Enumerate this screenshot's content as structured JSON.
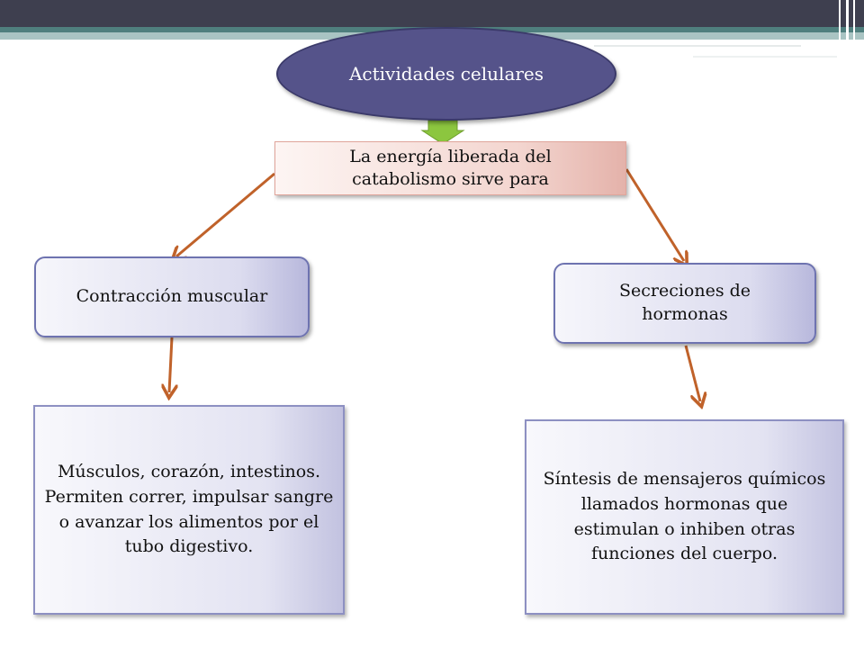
{
  "diagram": {
    "title_node": "Actividades celulares",
    "energy_node": "La energía liberada del catabolismo sirve para",
    "left_branch": {
      "label": "Contracción muscular",
      "description": "Músculos, corazón, intestinos. Permiten correr, impulsar sangre o avanzar los alimentos por el tubo digestivo."
    },
    "right_branch": {
      "label": "Secreciones de hormonas",
      "description": "Síntesis de mensajeros químicos llamados hormonas que estimulan o inhiben otras funciones del cuerpo."
    }
  },
  "colors": {
    "header_bar": "#3e3f4f",
    "accent_teal": "#4f7f7e",
    "ellipse_fill": "#55538a",
    "down_arrow": "#8cc63f",
    "connector": "#c0622a"
  },
  "connections": [
    [
      "Actividades celulares",
      "La energía liberada del catabolismo sirve para"
    ],
    [
      "La energía liberada del catabolismo sirve para",
      "Contracción muscular"
    ],
    [
      "La energía liberada del catabolismo sirve para",
      "Secreciones de hormonas"
    ],
    [
      "Contracción muscular",
      "Músculos, corazón, intestinos. Permiten correr, impulsar sangre o avanzar los alimentos por el tubo digestivo."
    ],
    [
      "Secreciones de hormonas",
      "Síntesis de mensajeros químicos llamados hormonas que estimulan o inhiben otras funciones del cuerpo."
    ]
  ]
}
